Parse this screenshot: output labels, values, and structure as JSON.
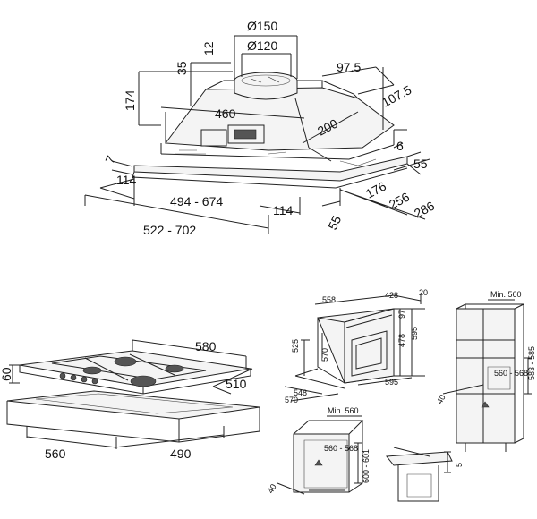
{
  "hood": {
    "d150": "Ø150",
    "d120": "Ø120",
    "h12": "12",
    "h35": "35",
    "h174": "174",
    "w460": "460",
    "d97": "97.5",
    "d107": "107.5",
    "d200": "200",
    "h6": "6",
    "h7": "7",
    "d55a": "55",
    "w114a": "114",
    "w494": "494 - 674",
    "d176": "176",
    "d256": "256",
    "d286": "286",
    "w114b": "114",
    "d55b": "55",
    "w522": "522 - 702"
  },
  "hob": {
    "w580": "580",
    "d510": "510",
    "h60": "60",
    "w560": "560",
    "d490": "490"
  },
  "oven": {
    "w558": "558",
    "d428": "428",
    "d20": "20",
    "h525": "525",
    "h570": "570",
    "h478": "478",
    "h97": "97",
    "h595": "595",
    "w548": "548",
    "d570": "570",
    "w595": "595"
  },
  "column": {
    "min560": "Min. 560",
    "r560": "560 - 568",
    "r583": "583 - 585",
    "d40": "40"
  },
  "undercounter": {
    "min560": "Min. 560",
    "r560": "560 - 568",
    "r600": "600 - 601",
    "d40": "40"
  },
  "alt": {
    "d5": "5"
  }
}
